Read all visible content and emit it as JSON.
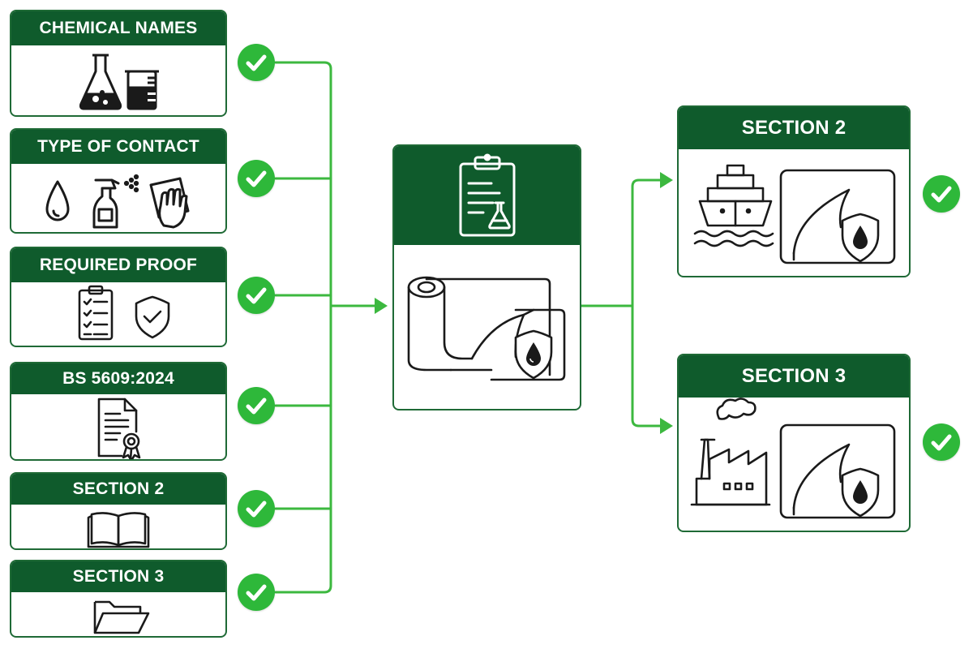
{
  "requirements": [
    {
      "label": "CHEMICAL NAMES",
      "icon": "flask-beaker-icon"
    },
    {
      "label": "TYPE OF CONTACT",
      "icon": "contact-types-icon"
    },
    {
      "label": "REQUIRED PROOF",
      "icon": "checklist-shield-icon"
    },
    {
      "label": "BS 5609:2024",
      "icon": "certificate-icon"
    },
    {
      "label": "SECTION 2",
      "icon": "open-book-icon"
    },
    {
      "label": "SECTION 3",
      "icon": "folder-icon"
    }
  ],
  "center": {
    "header_icon": "clipboard-flask-icon",
    "body_icon": "label-roll-shield-icon"
  },
  "outcomes": [
    {
      "label": "SECTION 2",
      "icon": "ship-label-icon"
    },
    {
      "label": "SECTION 3",
      "icon": "factory-label-icon"
    }
  ],
  "colors": {
    "header": "#0f5b2c",
    "border": "#1f6a36",
    "connector": "#3cb83f",
    "check": "#2eb83a"
  }
}
